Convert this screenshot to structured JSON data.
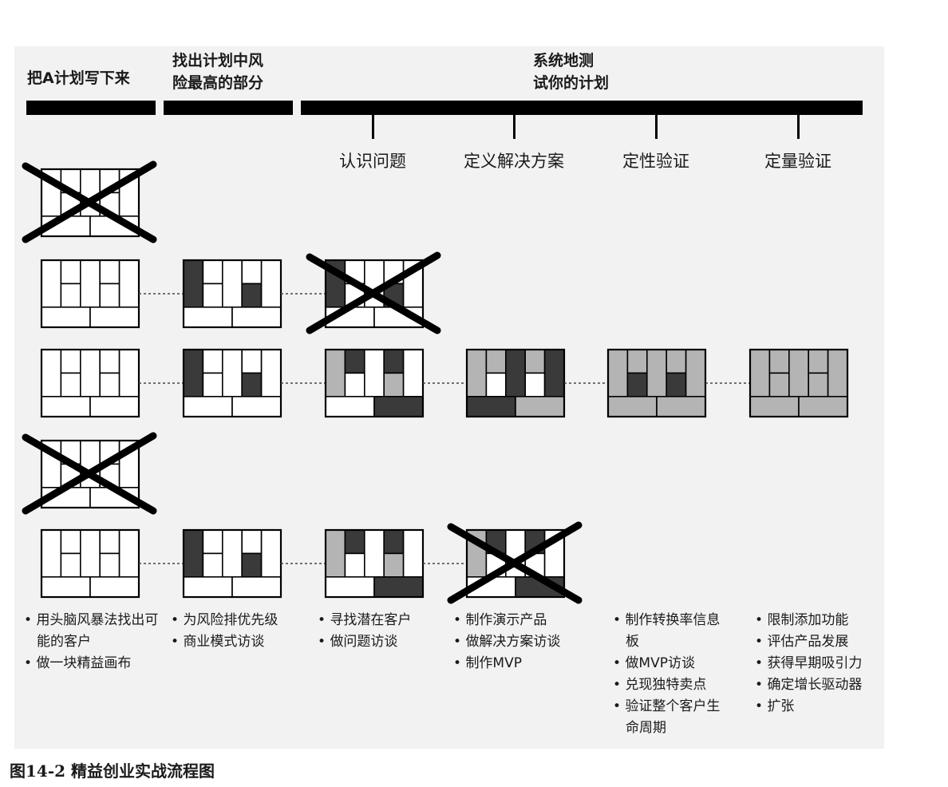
{
  "stages": [
    {
      "title": "把A计划写下来"
    },
    {
      "title": "找出计划中风\n险最高的部分"
    },
    {
      "title": "系统地测\n试你的计划"
    }
  ],
  "steps": [
    {
      "label": "认识问题"
    },
    {
      "label": "定义解决方案"
    },
    {
      "label": "定性验证"
    },
    {
      "label": "定量验证"
    }
  ],
  "rows": [
    {
      "canvases": [
        {
          "crossed": true,
          "fill": [
            "w",
            "w",
            "w",
            "w",
            "w",
            "w",
            "w"
          ]
        }
      ]
    },
    {
      "canvases": [
        {
          "crossed": false,
          "fill": [
            "w",
            "w",
            "w",
            "w",
            "w",
            "w",
            "w"
          ]
        },
        {
          "crossed": false,
          "fill": [
            "k",
            "w",
            "w",
            "w",
            "k",
            "w",
            "w"
          ]
        },
        {
          "crossed": true,
          "fill": [
            "k",
            "w",
            "w",
            "w",
            "k",
            "w",
            "w"
          ]
        }
      ]
    },
    {
      "canvases": [
        {
          "crossed": false,
          "fill": [
            "w",
            "w",
            "w",
            "w",
            "w",
            "w",
            "w"
          ]
        },
        {
          "crossed": false,
          "fill": [
            "k",
            "w",
            "w",
            "w",
            "k",
            "w",
            "w"
          ]
        },
        {
          "crossed": false,
          "fill": [
            "g",
            "k",
            "w",
            "w",
            "g",
            "w",
            "k"
          ]
        },
        {
          "crossed": false,
          "fill": [
            "g",
            "g",
            "w",
            "k",
            "w",
            "k",
            "g"
          ]
        },
        {
          "crossed": false,
          "fill": [
            "g",
            "g",
            "k",
            "g",
            "k",
            "g",
            "g"
          ]
        },
        {
          "crossed": false,
          "fill": [
            "g",
            "g",
            "g",
            "g",
            "g",
            "g",
            "g"
          ]
        }
      ]
    },
    {
      "canvases": [
        {
          "crossed": true,
          "fill": [
            "w",
            "w",
            "w",
            "w",
            "w",
            "w",
            "w"
          ]
        }
      ]
    },
    {
      "canvases": [
        {
          "crossed": false,
          "fill": [
            "w",
            "w",
            "w",
            "w",
            "w",
            "w",
            "w"
          ]
        },
        {
          "crossed": false,
          "fill": [
            "k",
            "w",
            "w",
            "w",
            "k",
            "w",
            "w"
          ]
        },
        {
          "crossed": false,
          "fill": [
            "g",
            "k",
            "w",
            "w",
            "g",
            "w",
            "k"
          ]
        },
        {
          "crossed": true,
          "fill": [
            "g",
            "k",
            "w",
            "w",
            "w",
            "w",
            "k"
          ]
        }
      ]
    }
  ],
  "activities": [
    {
      "items": [
        "用头脑风暴法找出可能的客户",
        "做一块精益画布"
      ]
    },
    {
      "items": [
        "为风险排优先级",
        "商业模式访谈"
      ]
    },
    {
      "items": [
        "寻找潜在客户",
        "做问题访谈"
      ]
    },
    {
      "items": [
        "制作演示产品",
        "做解决方案访谈",
        "制作MVP"
      ]
    },
    {
      "items": [
        "制作转换率信息板",
        "做MVP访谈",
        "兑现独特卖点",
        "验证整个客户生命周期"
      ]
    },
    {
      "items": [
        "限制添加功能",
        "评估产品发展",
        "获得早期吸引力",
        "确定增长驱动器",
        "扩张"
      ]
    }
  ],
  "caption": "图14-2 精益创业实战流程图",
  "colors": {
    "dark": "#3a3a3a",
    "gray": "#b4b4b4",
    "white": "#ffffff",
    "line": "#000000"
  }
}
